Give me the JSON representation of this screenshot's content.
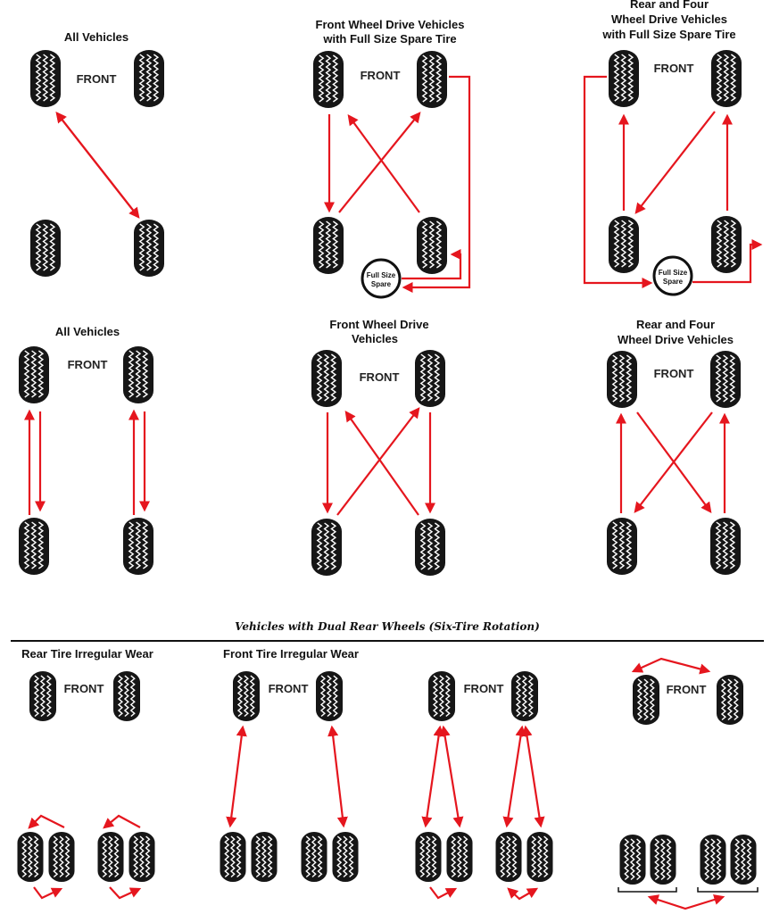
{
  "colors": {
    "arrow": "#e5161e",
    "tire": "#161616",
    "tread": "#ffffff",
    "text": "#111111"
  },
  "diagrams": {
    "d1": {
      "title": "All Vehicles",
      "front": "FRONT"
    },
    "d2": {
      "title_line1": "Front Wheel Drive Vehicles",
      "title_line2": "with Full Size Spare Tire",
      "front": "FRONT",
      "spare_line1": "Full Size",
      "spare_line2": "Spare"
    },
    "d3": {
      "title_line1": "Rear and Four",
      "title_line2": "Wheel Drive Vehicles",
      "title_line3": "with Full Size Spare Tire",
      "front": "FRONT",
      "spare_line1": "Full Size",
      "spare_line2": "Spare"
    },
    "d4": {
      "title": "All Vehicles",
      "front": "FRONT"
    },
    "d5": {
      "title_line1": "Front Wheel Drive",
      "title_line2": "Vehicles",
      "front": "FRONT"
    },
    "d6": {
      "title_line1": "Rear and Four",
      "title_line2": "Wheel Drive Vehicles",
      "front": "FRONT"
    }
  },
  "dual_section": {
    "heading": "Vehicles with Dual Rear Wheels (Six-Tire Rotation)",
    "d7": {
      "title": "Rear Tire Irregular Wear",
      "front": "FRONT"
    },
    "d8": {
      "title": "Front Tire Irregular Wear",
      "front": "FRONT"
    },
    "d9": {
      "front": "FRONT"
    },
    "d10": {
      "front": "FRONT"
    }
  }
}
